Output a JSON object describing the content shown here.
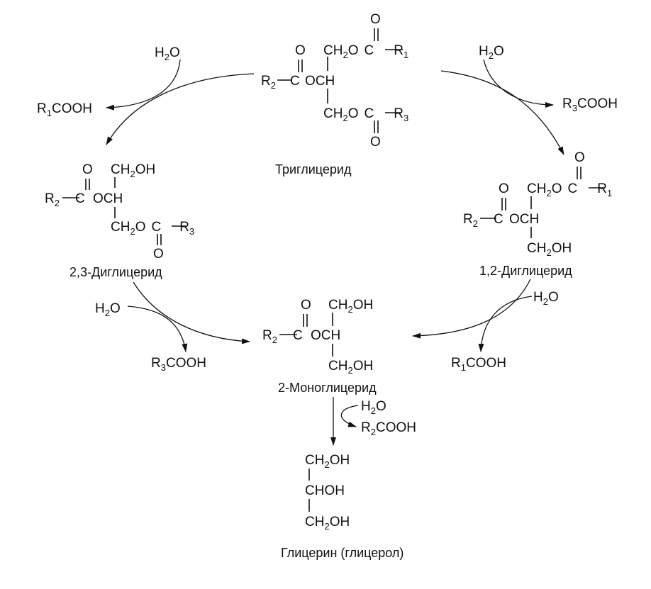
{
  "scheme": {
    "triglyceride": {
      "name": "Триглицерид",
      "top_carbonyl_o": "O",
      "top_ester_group": [
        "CH",
        "2",
        "O",
        "C",
        "R",
        "1"
      ],
      "middle_carbonyl_o": "O",
      "middle_acyl": [
        "R",
        "2",
        "C"
      ],
      "middle_link": "OCH",
      "bottom_ester_group": [
        "CH",
        "2",
        "O",
        "C",
        "R",
        "3"
      ],
      "bottom_carbonyl_o": "O"
    },
    "diglyceride_23": {
      "name": "2,3-Диглицерид",
      "top_group": [
        "CH",
        "2",
        "OH"
      ],
      "middle_carbonyl_o": "O",
      "middle_acyl": [
        "R",
        "2",
        "C"
      ],
      "middle_link": "OCH",
      "bottom_ester_group": [
        "CH",
        "2",
        "O",
        "C",
        "R",
        "3"
      ],
      "bottom_carbonyl_o": "O"
    },
    "diglyceride_12": {
      "name": "1,2-Диглицерид",
      "top_carbonyl_o": "O",
      "top_ester_group": [
        "CH",
        "2",
        "O",
        "C",
        "R",
        "1"
      ],
      "middle_carbonyl_o": "O",
      "middle_acyl": [
        "R",
        "2",
        "C"
      ],
      "middle_link": "OCH",
      "bottom_group": [
        "CH",
        "2",
        "OH"
      ]
    },
    "monoglyceride": {
      "name": "2-Моноглицерид",
      "top_group": [
        "CH",
        "2",
        "OH"
      ],
      "middle_carbonyl_o": "O",
      "middle_acyl": [
        "R",
        "2",
        "C"
      ],
      "middle_link": "OCH",
      "bottom_group": [
        "CH",
        "2",
        "OH"
      ]
    },
    "glycerol": {
      "name": "Глицерин (глицерол)",
      "top_group": [
        "CH",
        "2",
        "OH"
      ],
      "middle_group": "CHOH",
      "bottom_group": [
        "CH",
        "2",
        "OH"
      ]
    },
    "reactions": {
      "r1": {
        "water": [
          "H",
          "2",
          "O"
        ],
        "acid": [
          "R",
          "1",
          "COOH"
        ]
      },
      "r2": {
        "water": [
          "H",
          "2",
          "O"
        ],
        "acid": [
          "R",
          "3",
          "COOH"
        ]
      },
      "r3": {
        "water": [
          "H",
          "2",
          "O"
        ],
        "acid": [
          "R",
          "3",
          "COOH"
        ]
      },
      "r4": {
        "water": [
          "H",
          "2",
          "O"
        ],
        "acid": [
          "R",
          "1",
          "COOH"
        ]
      },
      "r5": {
        "water": [
          "H",
          "2",
          "O"
        ],
        "acid": [
          "R",
          "2",
          "COOH"
        ]
      }
    }
  }
}
